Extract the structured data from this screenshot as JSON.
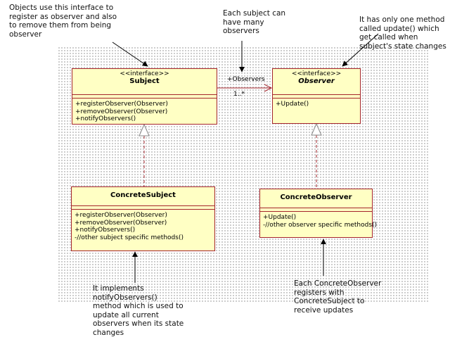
{
  "notes": {
    "subject_note": "Objects use this interface to\nregister as observer and also\nto remove them from being\nobserver",
    "many_observers_note": "Each subject can\nhave many\nobservers",
    "observer_note": "It has only one method\ncalled update() which\nget called when\nsubject's state changes",
    "concrete_subject_note": "It implements\nnotifyObservers()\nmethod which is used to\nupdate all current\nobservers when its state\nchanges",
    "concrete_observer_note": "Each ConcreteObserver\nregisters with\nConcreteSubject to\nreceive updates"
  },
  "classes": {
    "subject": {
      "stereotype": "<<interface>>",
      "name": "Subject",
      "operations": [
        "+registerObserver(Observer)",
        "+removeObserver(Observer)",
        "+notifyObservers()"
      ]
    },
    "observer": {
      "stereotype": "<<interface>>",
      "name": "Observer",
      "operations": [
        "+Update()"
      ]
    },
    "concrete_subject": {
      "name": "ConcreteSubject",
      "operations": [
        "+registerObserver(Observer)",
        "+removeObserver(Observer)",
        "+notifyObservers()",
        "-//other subject specific methods()"
      ]
    },
    "concrete_observer": {
      "name": "ConcreteObserver",
      "operations": [
        "+Update()",
        "-//other observer specific methods()"
      ]
    }
  },
  "association": {
    "role": "+Observers",
    "multiplicity": "1..*"
  },
  "colors": {
    "class_fill": "#ffffc4",
    "class_border": "#a4242b",
    "connector": "#a4242b",
    "arrow": "#000000"
  }
}
